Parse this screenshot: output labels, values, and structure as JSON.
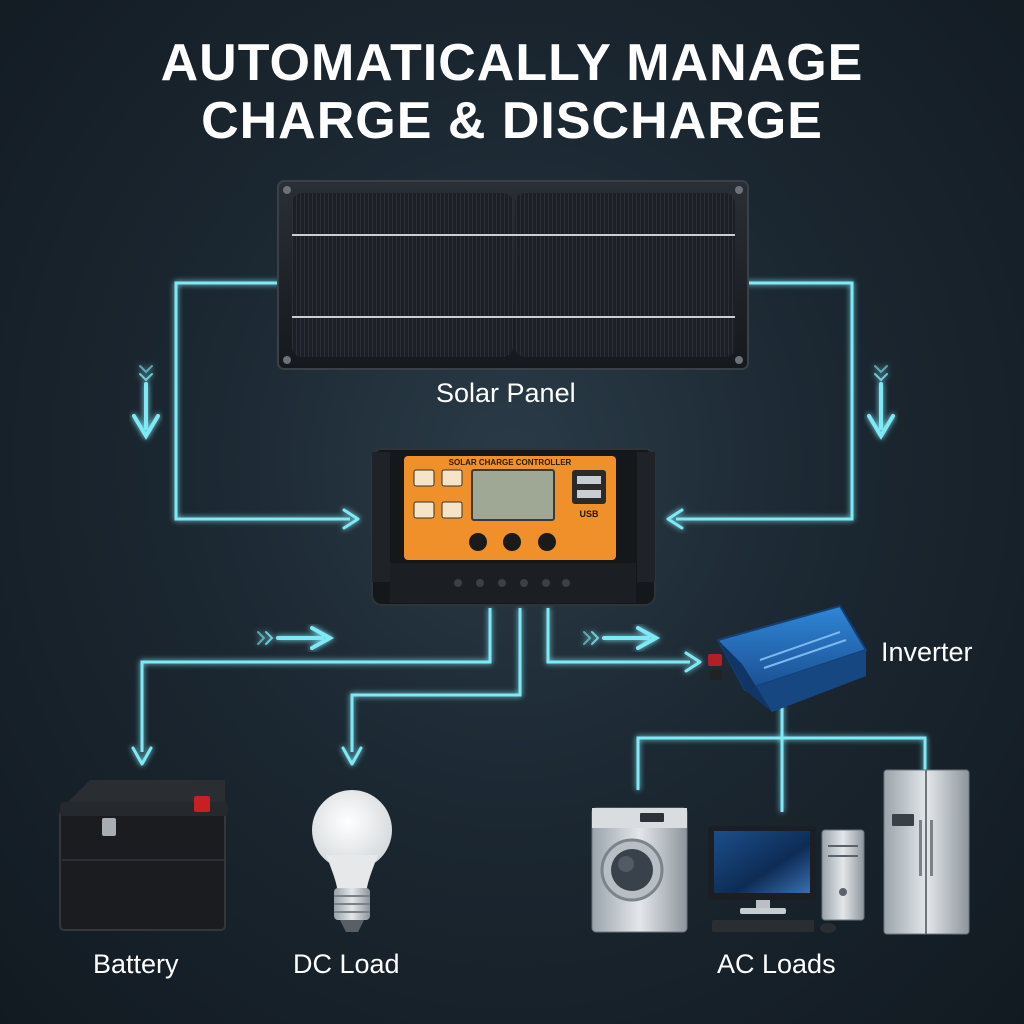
{
  "title": {
    "line1": "AUTOMATICALLY MANAGE",
    "line2": "CHARGE & DISCHARGE"
  },
  "labels": {
    "solar_panel": "Solar Panel",
    "inverter": "Inverter",
    "battery": "Battery",
    "dc_load": "DC Load",
    "ac_loads": "AC Loads"
  },
  "controller": {
    "heading": "SOLAR CHARGE CONTROLLER",
    "usb": "USB"
  },
  "colors": {
    "flow_line": "#7fe9f5",
    "controller_face": "#f0902a"
  }
}
